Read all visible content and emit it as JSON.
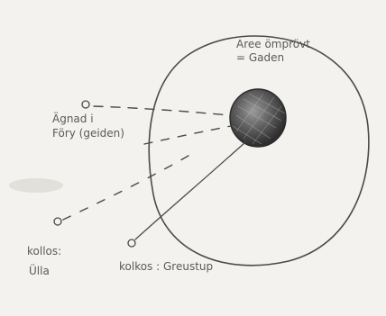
{
  "diagram": {
    "labels": {
      "outer_top_1": "Aree ömprövt",
      "outer_top_2": "= Gaden",
      "node_a_1": "Ägnad i",
      "node_a_2": "Föry (geiden)",
      "node_b_1": "kollos:",
      "node_b_2": "Ülla",
      "node_c": "kolkos : Greustup"
    }
  },
  "colors": {
    "paper": "#f3f2ee",
    "ink": "#4a4a4a",
    "sphere_dark": "#3a3a3a",
    "sphere_light": "#8a8a8a"
  }
}
